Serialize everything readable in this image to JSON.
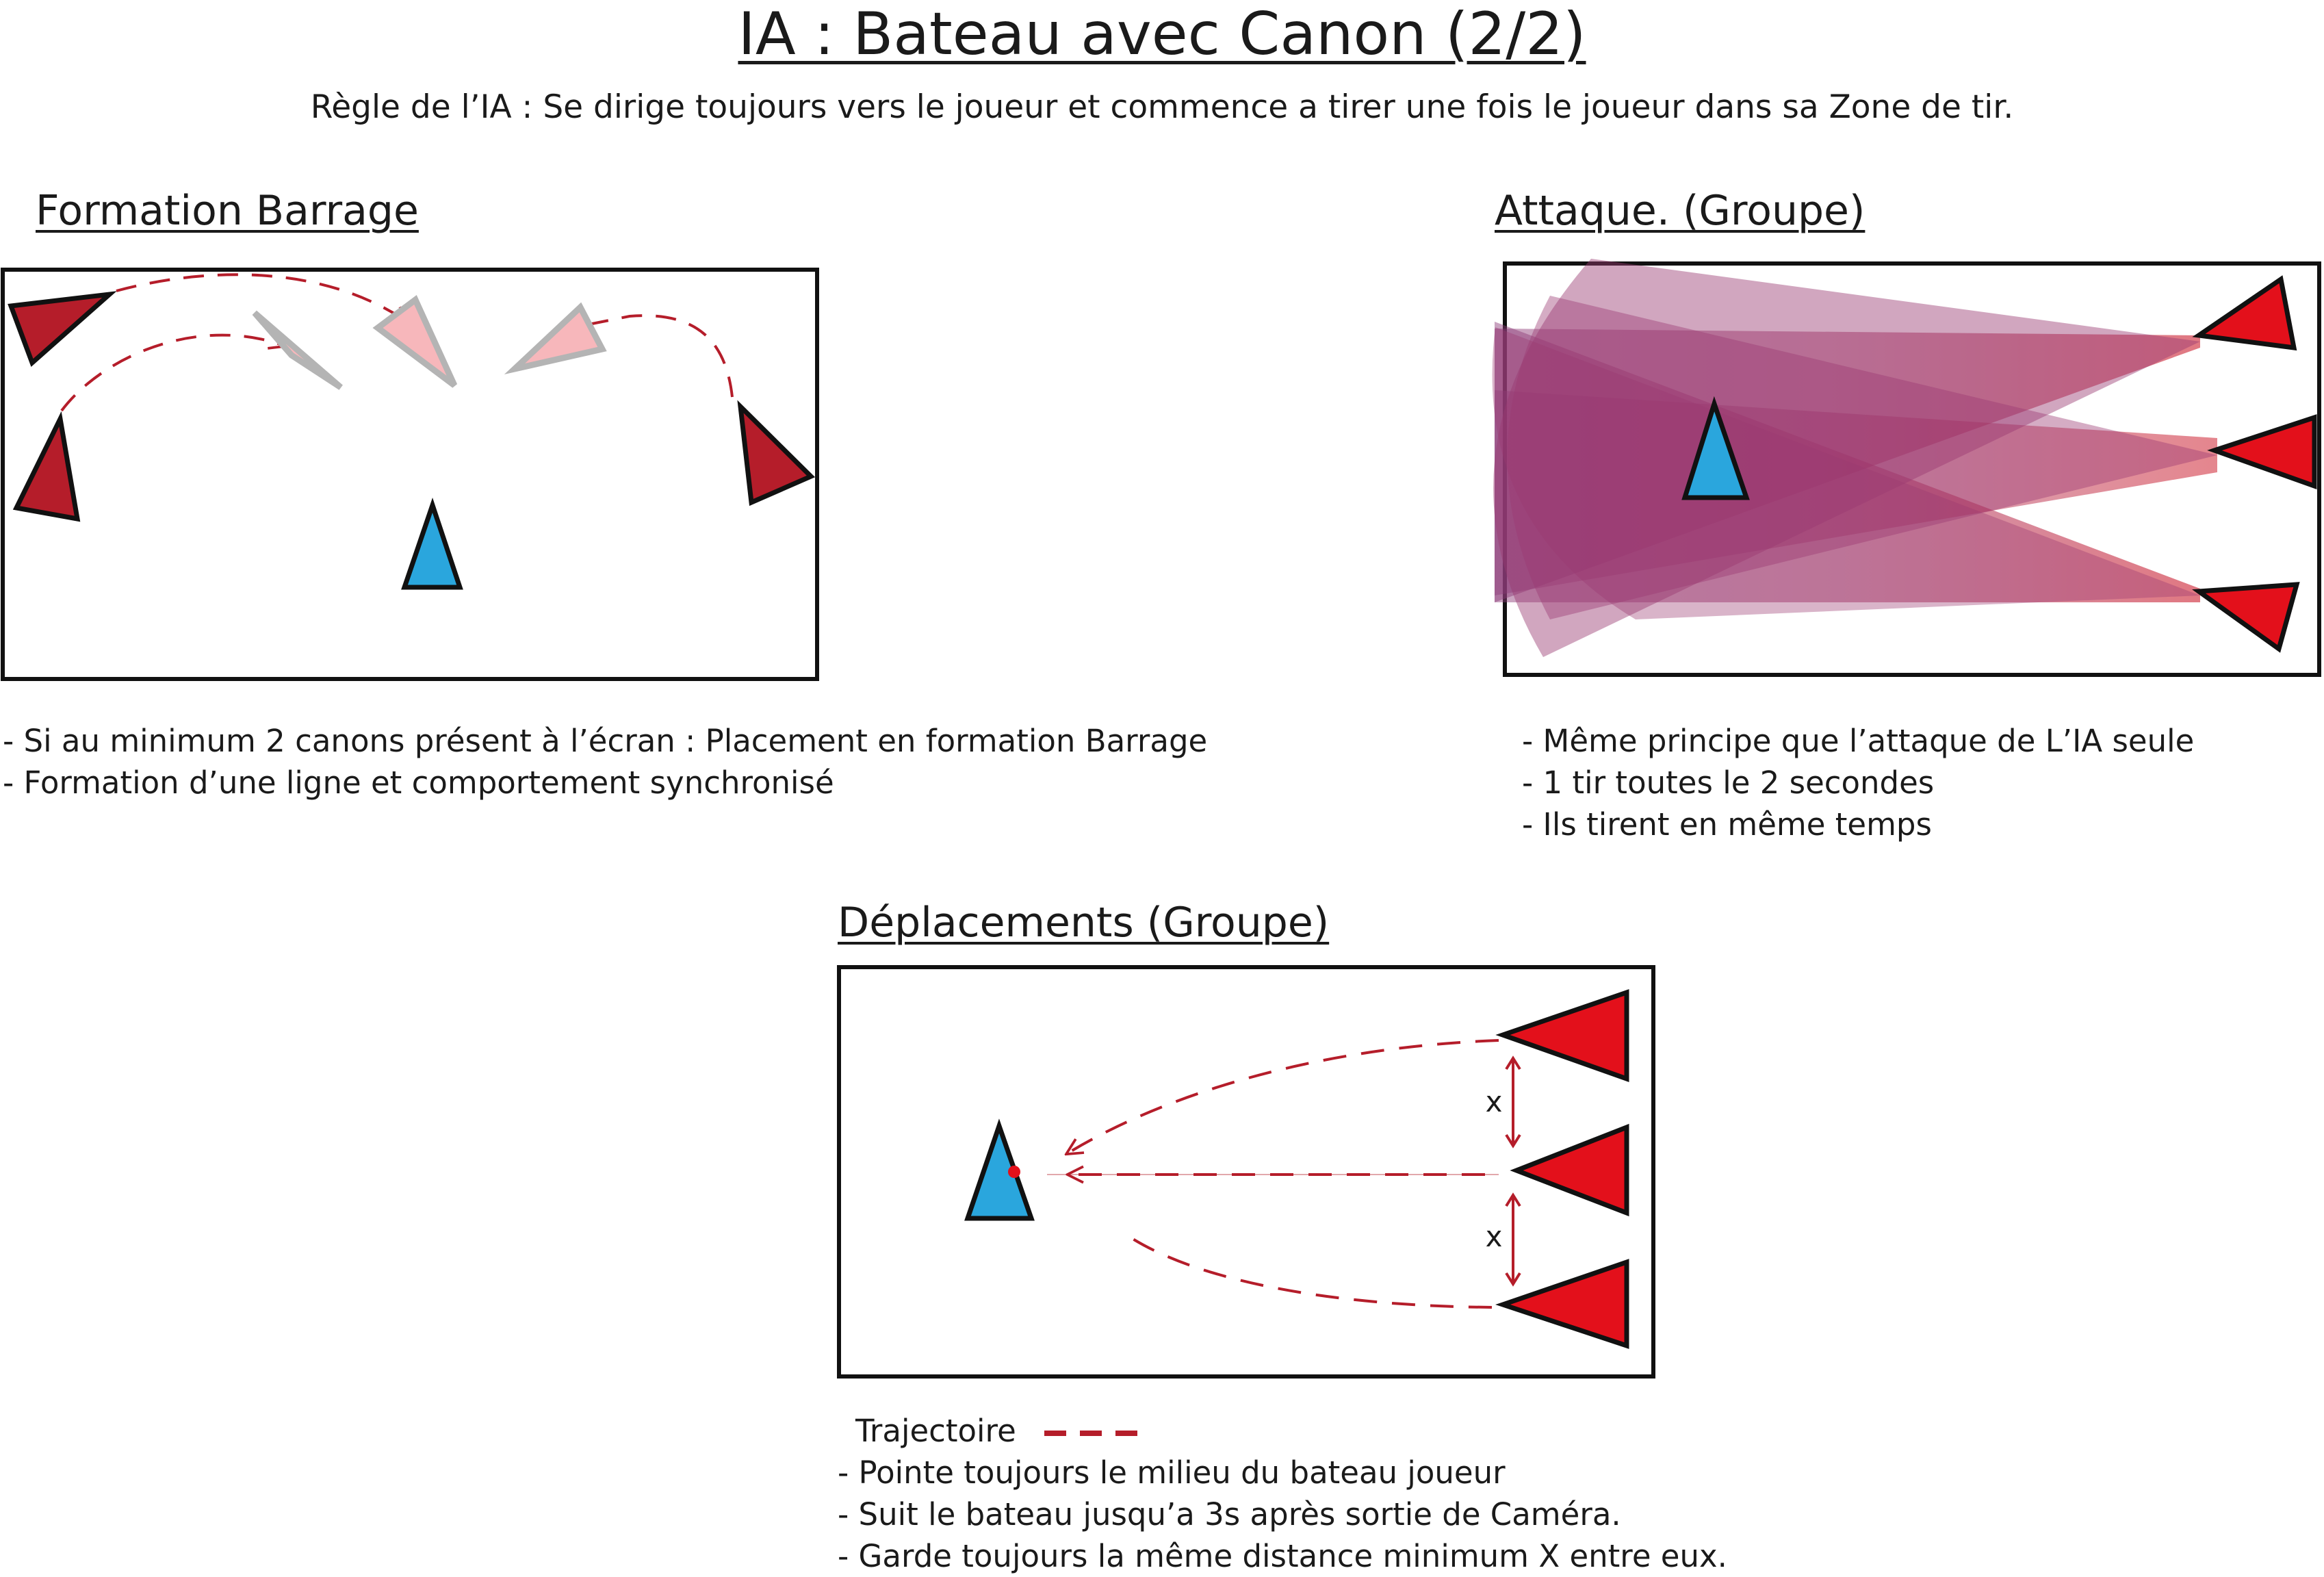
{
  "header": {
    "title": "IA : Bateau avec Canon (2/2)",
    "rule": "Règle de l’IA : Se dirige toujours vers le joueur et commence a tirer une fois le joueur dans sa Zone de tir."
  },
  "formation": {
    "title": "Formation Barrage",
    "bullets": [
      "- Si au minimum 2 canons présent à l’écran : Placement en formation Barrage",
      "- Formation d’une ligne et comportement synchronisé"
    ]
  },
  "attack": {
    "title": "Attaque. (Groupe)",
    "bullets": [
      "- Même principe que l’attaque de L’IA seule",
      "- 1 tir toutes le 2 secondes",
      "- Ils tirent en même temps"
    ]
  },
  "movement": {
    "title": "Déplacements (Groupe)",
    "distance_label_1": "x",
    "distance_label_2": "x",
    "legend_label": "Trajectoire",
    "bullets": [
      "- Pointe toujours le milieu du bateau joueur",
      "- Suit le bateau jusqu’a 3s après sortie de Caméra.",
      "- Garde toujours la même distance minimum X entre eux."
    ]
  },
  "colors": {
    "player_ship": "#2aa6dd",
    "enemy_ship_dark": "#b51d2a",
    "enemy_ship_bright": "#e3101b",
    "ghost_ship": "#f7b7bb",
    "ghost_outline": "#b4b4b4",
    "trajectory": "#b51d2a",
    "fire_zone": "#9a3a72"
  },
  "icons": [
    "player-ship-icon",
    "enemy-ship-icon",
    "ghost-ship-icon",
    "trajectory-arrow-icon"
  ]
}
